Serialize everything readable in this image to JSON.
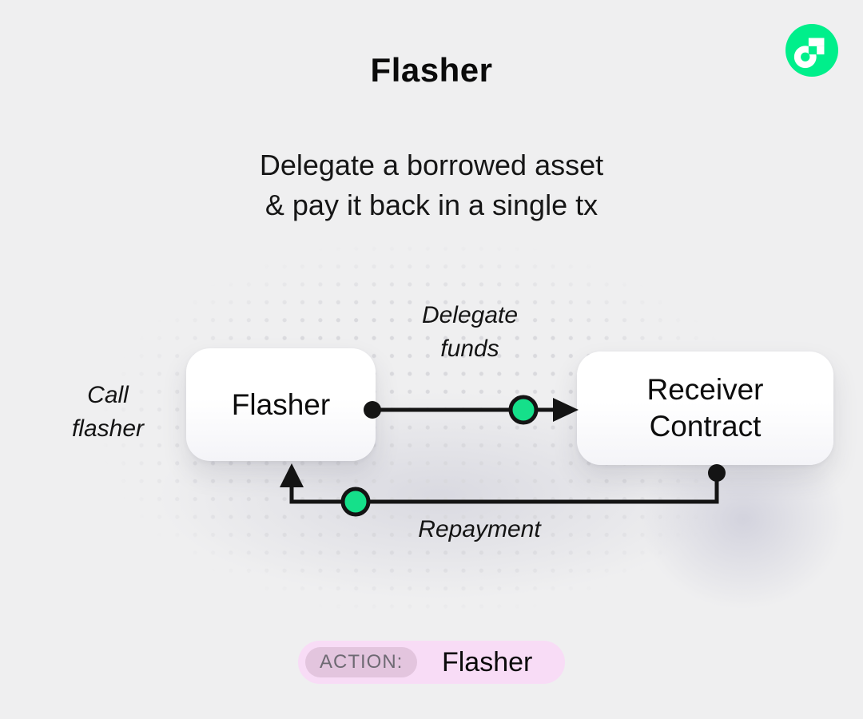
{
  "header": {
    "title": "Flasher",
    "subtitle_line1": "Delegate a borrowed asset",
    "subtitle_line2": "& pay it back in a single tx"
  },
  "logo": {
    "name": "flow-logo"
  },
  "diagram": {
    "side_label": {
      "line1": "Call",
      "line2": "flasher"
    },
    "nodes": [
      {
        "id": "flasher",
        "label": "Flasher"
      },
      {
        "id": "receiver",
        "label_line1": "Receiver",
        "label_line2": "Contract"
      }
    ],
    "edges": [
      {
        "id": "delegate",
        "label_line1": "Delegate",
        "label_line2": "funds",
        "direction": "flasher → receiver"
      },
      {
        "id": "repayment",
        "label": "Repayment",
        "direction": "receiver → flasher"
      }
    ]
  },
  "action_badge": {
    "label": "ACTION:",
    "value": "Flasher"
  },
  "colors": {
    "background": "#efeff0",
    "dot": "#d9d9dd",
    "line": "#141414",
    "green": "#15e08a",
    "flow_green": "#00ef8b",
    "badge_bg": "#f8dcf6",
    "badge_label_bg": "#e3c5de",
    "badge_label_text": "#6e6a73"
  }
}
